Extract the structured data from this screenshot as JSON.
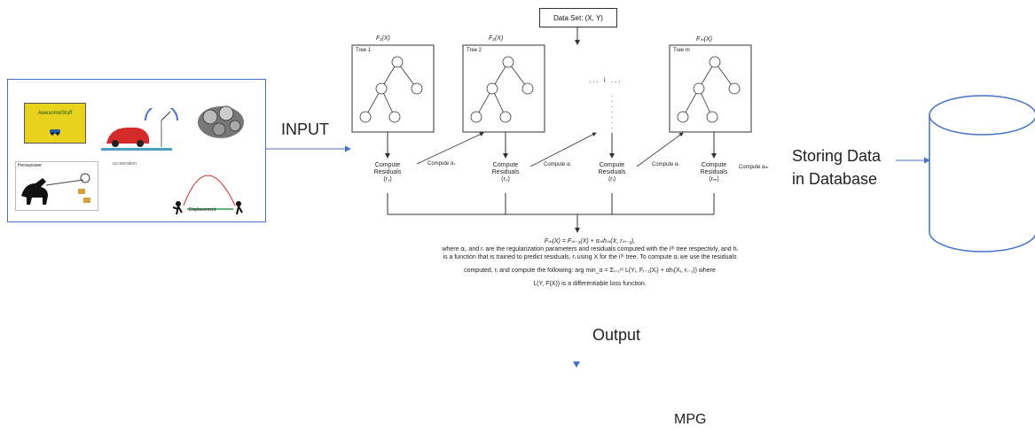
{
  "dataset_label": "Data Set: (X, Y)",
  "input_label": "INPUT",
  "storing_label_line1": "Storing Data",
  "storing_label_line2": "in Database",
  "output_label": "Output",
  "mpg_label": "MPG",
  "trees": [
    {
      "fn": "F₁(X)",
      "name": "Tree 1"
    },
    {
      "fn": "F₂(X)",
      "name": "Tree 2"
    },
    {
      "fn": "Fₘ(X)",
      "name": "Tree m"
    }
  ],
  "residuals": [
    {
      "line1": "Compute",
      "line2": "Residuals",
      "line3": "(r₁)"
    },
    {
      "line1": "Compute",
      "line2": "Residuals",
      "line3": "(r₂)"
    },
    {
      "line1": "Compute",
      "line2": "Residuals",
      "line3": "(rᵢ)"
    },
    {
      "line1": "Compute",
      "line2": "Residuals",
      "line3": "(rₘ)"
    }
  ],
  "compute_alphas": [
    "Compute α₁",
    "Compute αᵢ",
    "Compute αᵢ",
    "Compute αₘ"
  ],
  "ellipsis": "...  i  ...",
  "formula": {
    "line1": "Fₘ(X) = Fₘ₋₁(X) + αₘhₘ(X, rₘ₋₁),",
    "line2": "where αᵢ, and rᵢ are the regularization parameters and residuals computed with the iᵗʰ tree respectivly, and hᵢ",
    "line3": "is a function that is trained to predict residuals, rᵢ using X for the iᵗʰ tree. To compute αᵢ we use the residuals",
    "line4": "computed, rᵢ and compute the following: arg min_α = Σᵢ₌₁ᵐ L(Yᵢ, Fᵢ₋₁(Xᵢ) + αhᵢ(Xᵢ, rᵢ₋₁)) where",
    "line5": "L(Y, F(X)) is a differentiable loss function."
  },
  "input_panel": {
    "banner_text": "AwesomeStuff",
    "horse_caption": "Horsepower",
    "speed_caption": "acceleration",
    "displacement_caption": "Displacement"
  },
  "colors": {
    "panel_border": "#4472c4",
    "arrow_blue": "#4472c4",
    "banner_yellow": "#e8d21d",
    "car_red": "#d42a2a"
  }
}
